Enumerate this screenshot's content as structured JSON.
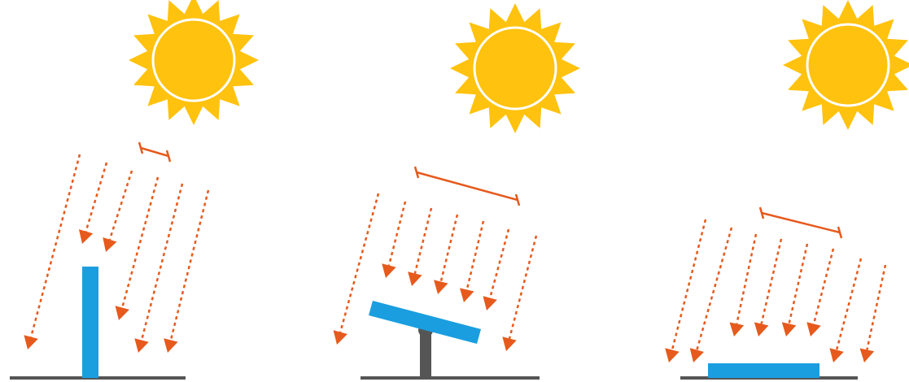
{
  "diagram": {
    "panels": [
      {
        "panel": "vertical-panel",
        "panel_color": "#1a9ee0",
        "post": false,
        "ray_count": 6,
        "measured_span": "narrow"
      },
      {
        "panel": "tracking-panel",
        "panel_color": "#1a9ee0",
        "post": true,
        "ray_count": 7,
        "measured_span": "wide"
      },
      {
        "panel": "flat-panel",
        "panel_color": "#1a9ee0",
        "post": false,
        "ray_count": 8,
        "measured_span": "medium"
      }
    ],
    "colors": {
      "sun": "#ffc20e",
      "sun_ring": "#ffffff",
      "ray": "#e65a1d",
      "arrowhead": "#e65a1d",
      "measure": "#e65a1d",
      "panel": "#1a9ee0",
      "ground": "#555555",
      "post": "#555555"
    },
    "icons": [
      "sun-icon",
      "arrow-head-icon"
    ]
  }
}
